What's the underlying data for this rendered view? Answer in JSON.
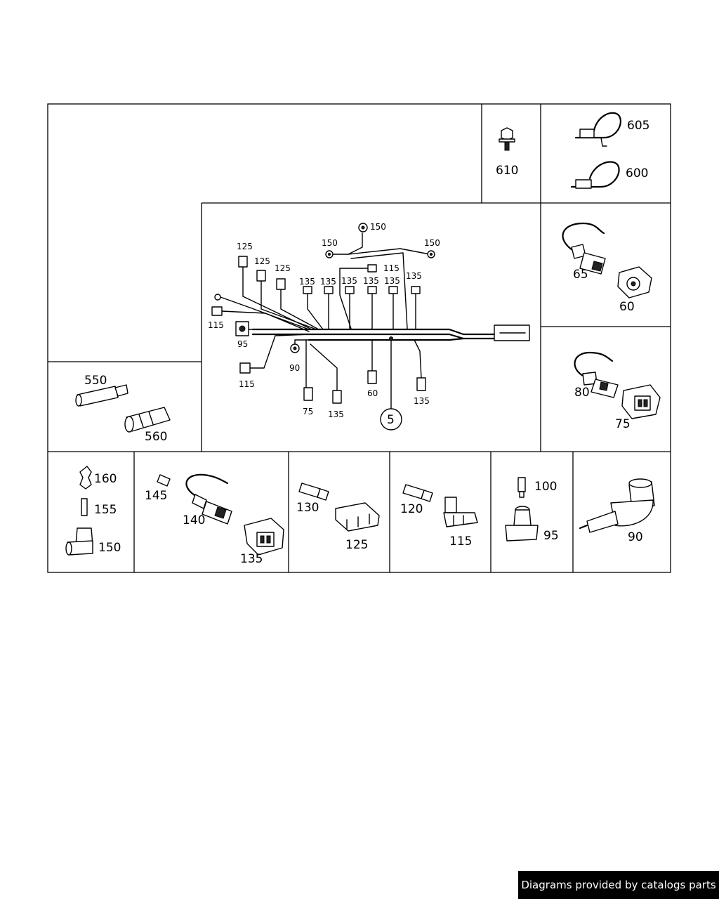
{
  "credit": "Diagrams provided by catalogs parts",
  "labels": {
    "c610": "610",
    "c605": "605",
    "c600": "600",
    "c65": "65",
    "c60": "60",
    "c80": "80",
    "c75": "75",
    "c550": "550",
    "c560": "560",
    "c160": "160",
    "c155": "155",
    "c150": "150",
    "c145": "145",
    "c140": "140",
    "c135": "135",
    "c130": "130",
    "c125": "125",
    "c120": "120",
    "c115": "115",
    "c100": "100",
    "c95": "95",
    "c90": "90"
  },
  "harness": {
    "l150a": "150",
    "l150b": "150",
    "l150c": "150",
    "l125a": "125",
    "l125b": "125",
    "l125c": "125",
    "l115a": "115",
    "l115b": "115",
    "l115c": "115",
    "l135a": "135",
    "l135b": "135",
    "l135c": "135",
    "l135d": "135",
    "l135e": "135",
    "l135f": "135",
    "l135g": "135",
    "l135h": "135",
    "l95": "95",
    "l90": "90",
    "l75": "75",
    "l60": "60",
    "l5": "5"
  }
}
